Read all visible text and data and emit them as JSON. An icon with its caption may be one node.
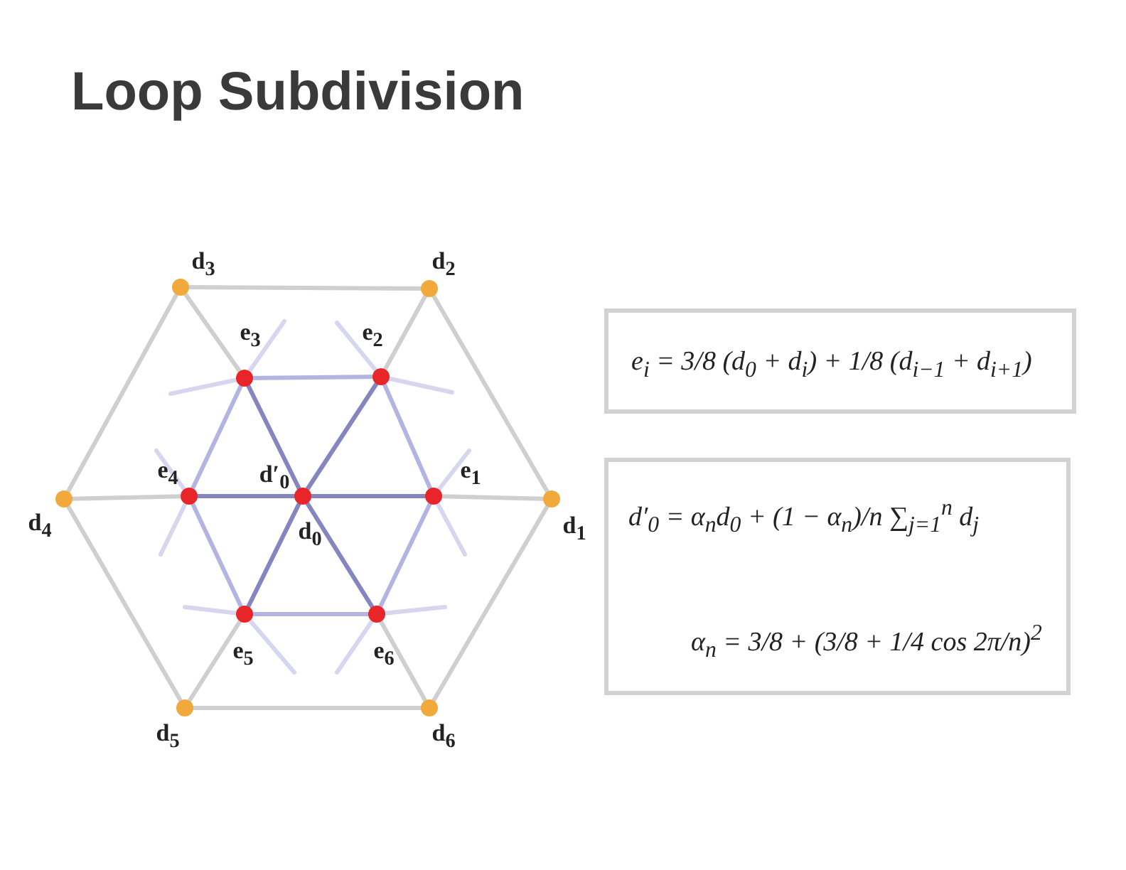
{
  "diagram": {
    "title": "Loop Subdivision",
    "nodes": [
      {
        "text": [
          "e$_{i}$ = 3/8 (d$_{0}$ + d$_{i}$) + 1/8 (d$_{i−1}$ + d$_{i+1}$)"
        ]
      },
      {
        "text": [
          "d′$_{0}$ = α$_{n}$d$_{0}$ + (1 − α$_{n}$)/n ∑$_{j=1}$$^{n}$ d$_{j}$",
          "α$_{n}$ = 3/8 + (3/8 + 1/4 cos 2π/n)$^{2}$"
        ]
      }
    ],
    "labels": [
      "d$_{3}$",
      "d$_{2}$",
      "e$_{3}$",
      "e$_{2}$",
      "e$_{4}$",
      "d′$_{0}$",
      "e$_{1}$",
      "d$_{4}$",
      "d$_{0}$",
      "d$_{1}$",
      "e$_{5}$",
      "e$_{6}$",
      "d$_{5}$",
      "d$_{6}$"
    ]
  }
}
